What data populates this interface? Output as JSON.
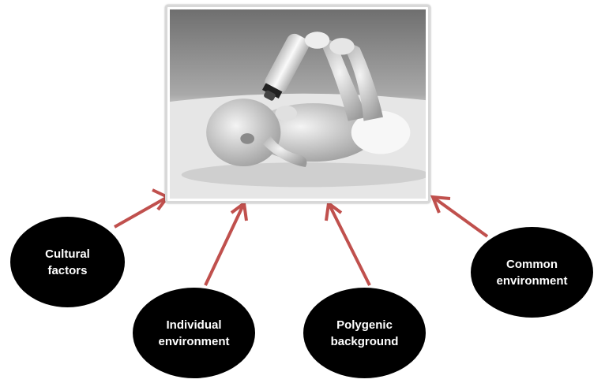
{
  "colors": {
    "arrow": "#c0504d",
    "ellipse_fill": "#000000",
    "ellipse_text": "#ffffff",
    "frame_border": "#d8d8d8"
  },
  "photo": {
    "description_icon": "baby-bottle-photo",
    "grayscale": true
  },
  "factors": [
    {
      "id": "cultural",
      "label": "Cultural\nfactors"
    },
    {
      "id": "individual",
      "label": "Individual\nenvironment"
    },
    {
      "id": "polygenic",
      "label": "Polygenic\nbackground"
    },
    {
      "id": "common",
      "label": "Common\nenvironment"
    }
  ]
}
